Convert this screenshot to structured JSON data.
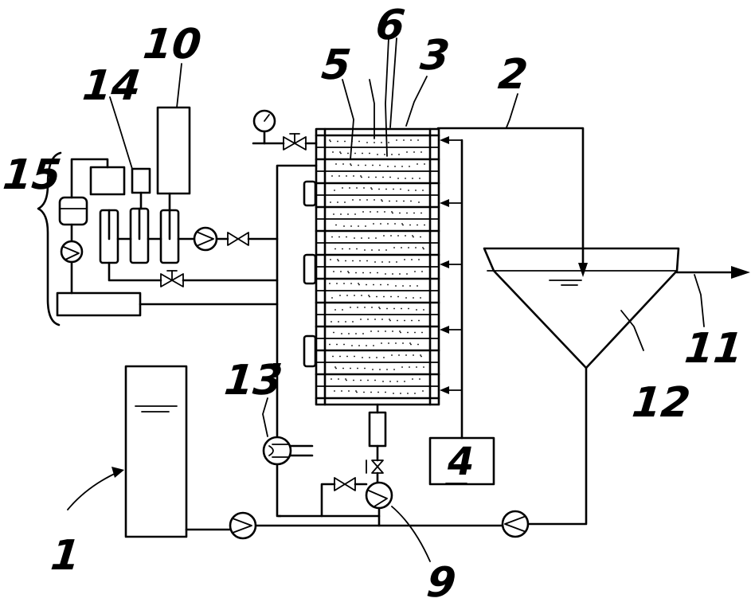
{
  "labels": {
    "l1": "1",
    "l2": "2",
    "l3": "3",
    "l4": "4",
    "l5": "5",
    "l6": "6",
    "l9": "9",
    "l10": "10",
    "l11": "11",
    "l12": "12",
    "l13": "13",
    "l14": "14",
    "l15": "15"
  },
  "colors": {
    "line": "#000000",
    "background": "#ffffff"
  }
}
